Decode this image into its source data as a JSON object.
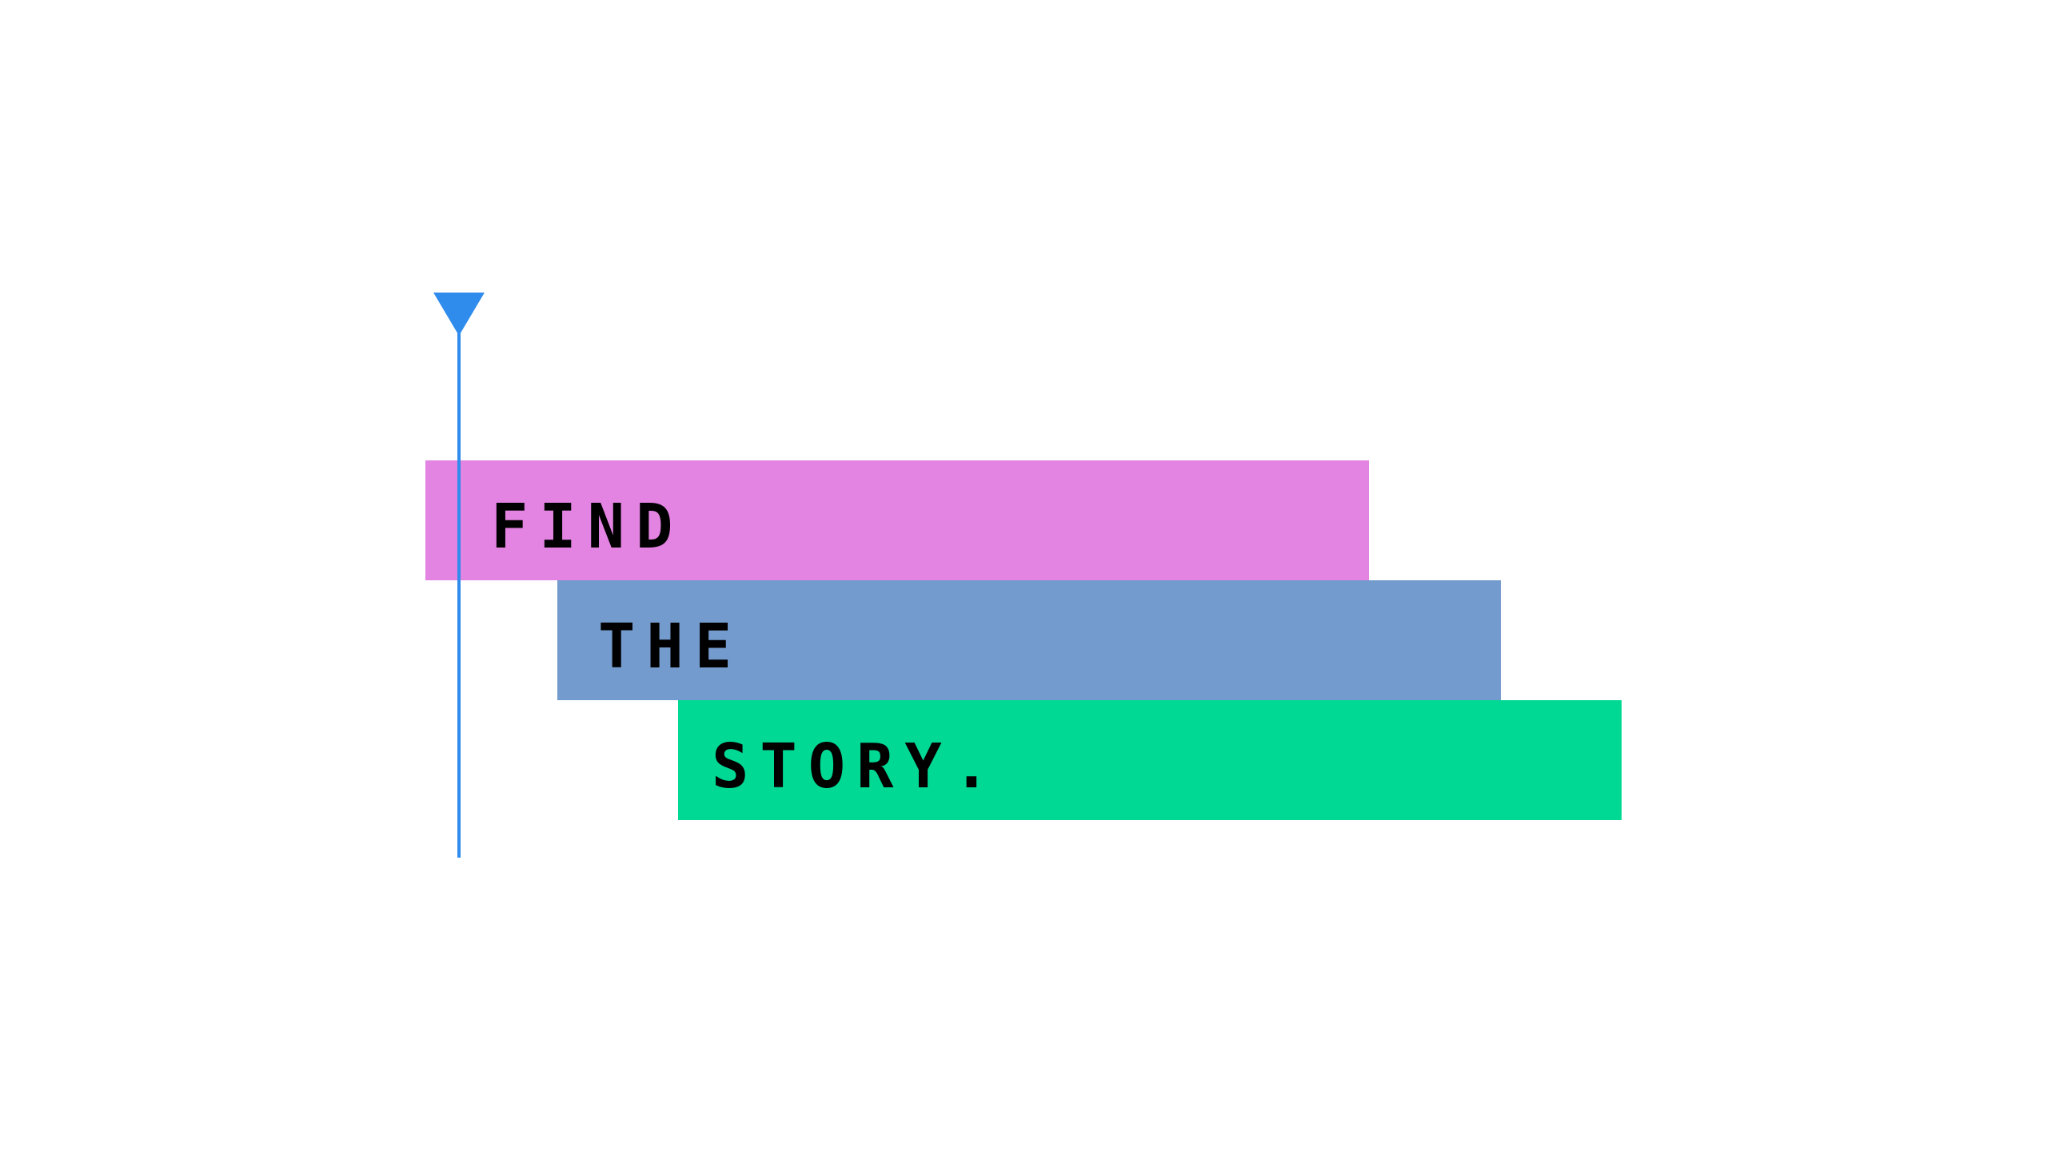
{
  "rows": [
    {
      "label": "FIND",
      "color": "#e383e2"
    },
    {
      "label": "THE",
      "color": "#739bcd"
    },
    {
      "label": "STORY.",
      "color": "#00d994"
    }
  ],
  "playhead_color": "#2f8ced"
}
